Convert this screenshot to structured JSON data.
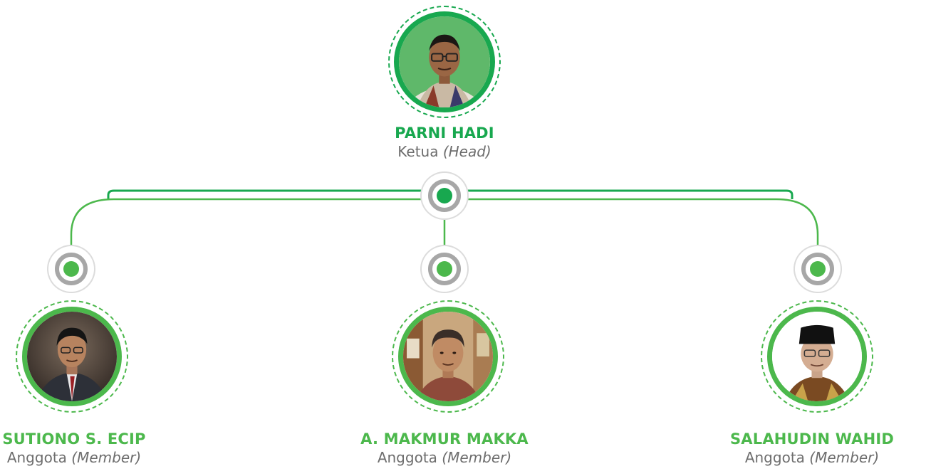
{
  "colors": {
    "head_green": "#18a84f",
    "member_green": "#4cb84c",
    "line_green": "#3dbb50",
    "role_gray": "#6d6d6d",
    "dot_ring_gray": "#a7a7a7"
  },
  "head": {
    "name": "PARNI HADI",
    "role": "Ketua",
    "role_en": "(Head)",
    "photo_icon": "person-portrait-icon"
  },
  "members": [
    {
      "name": "SUTIONO S. ECIP",
      "role": "Anggota",
      "role_en": "(Member)",
      "photo_icon": "person-portrait-icon"
    },
    {
      "name": "A. MAKMUR MAKKA",
      "role": "Anggota",
      "role_en": "(Member)",
      "photo_icon": "person-portrait-icon"
    },
    {
      "name": "SALAHUDIN WAHID",
      "role": "Anggota",
      "role_en": "(Member)",
      "photo_icon": "person-portrait-icon"
    }
  ]
}
